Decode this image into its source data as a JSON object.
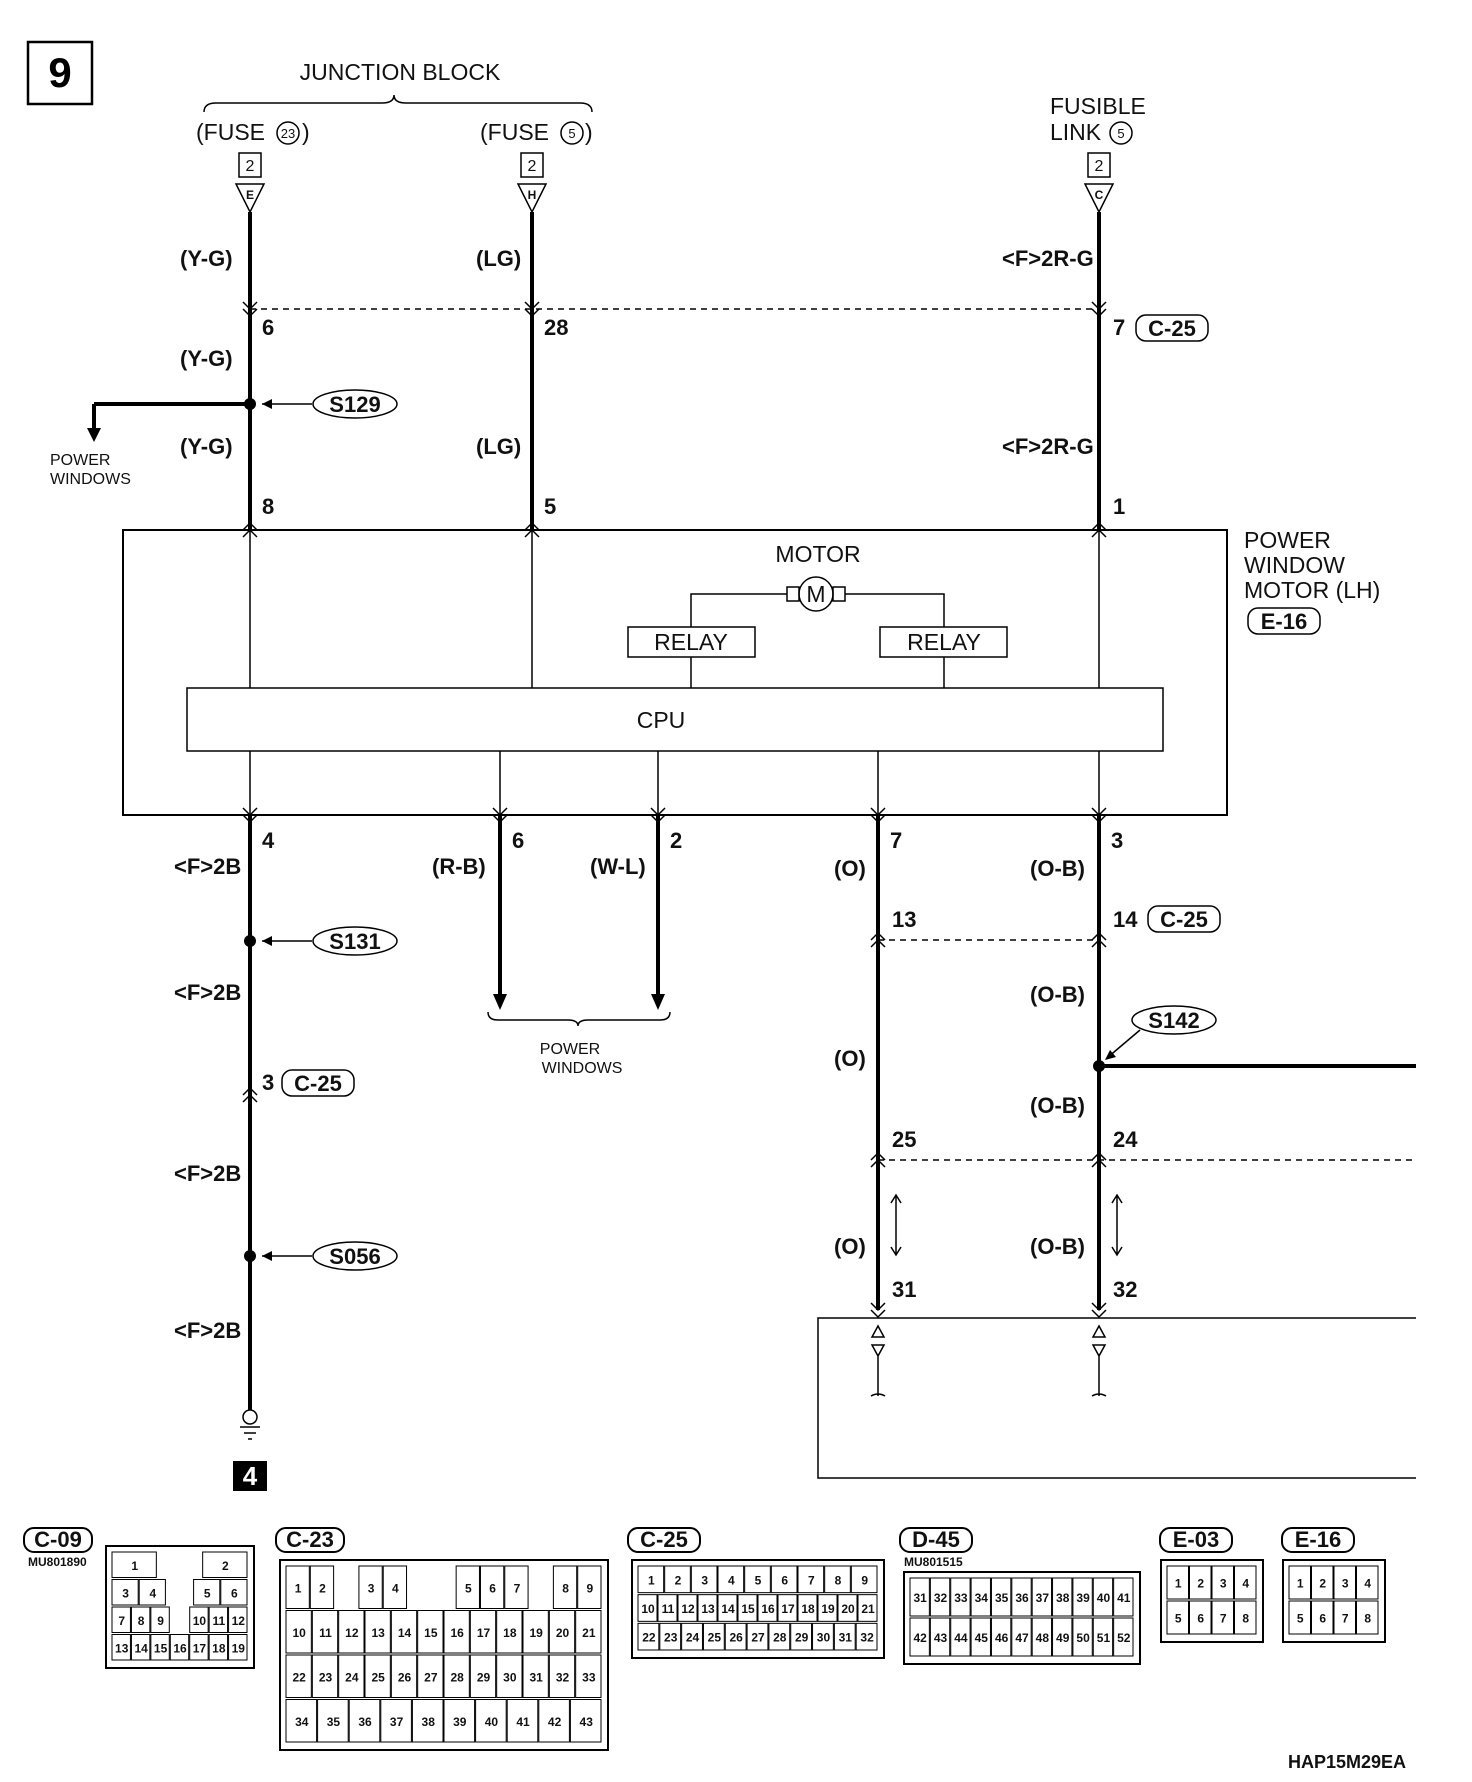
{
  "page_number": "9",
  "ground_number": "4",
  "figure_code": "HAP15M29EA",
  "junction_block_label": "JUNCTION BLOCK",
  "sources": [
    {
      "label": "(FUSE",
      "num": "23",
      "close": ")",
      "box": "2",
      "pin": "E"
    },
    {
      "label": "(FUSE",
      "num": "5",
      "close": ")",
      "box": "2",
      "pin": "H"
    },
    {
      "label": "FUSIBLE",
      "label2": "LINK",
      "num": "5",
      "box": "2",
      "pin": "C"
    }
  ],
  "wires": {
    "w1": "(Y-G)",
    "w2": "(LG)",
    "w3": "<F>2R-G",
    "w4": "<F>2B",
    "w5": "(R-B)",
    "w6": "(W-L)",
    "w7": "(O)",
    "w8": "(O-B)"
  },
  "pins": {
    "p6": "6",
    "p28": "28",
    "p7": "7",
    "p8": "8",
    "p5": "5",
    "p1": "1",
    "p4": "4",
    "p6b": "6",
    "p2": "2",
    "p7b": "7",
    "p3": "3",
    "p13": "13",
    "p14": "14",
    "p3c": "3",
    "p25": "25",
    "p24": "24",
    "p31": "31",
    "p32": "32"
  },
  "connectors": {
    "c25": "C-25",
    "e16": "E-16"
  },
  "splices": {
    "s129": "S129",
    "s131": "S131",
    "s056": "S056",
    "s142": "S142"
  },
  "power_windows": {
    "line1": "POWER",
    "line2": "WINDOWS"
  },
  "component": {
    "line1": "POWER",
    "line2": "WINDOW",
    "line3": "MOTOR (LH)",
    "motor_label": "MOTOR",
    "motor_symbol": "M",
    "relay": "RELAY",
    "cpu": "CPU"
  },
  "connector_views": [
    {
      "id": "C-09",
      "part": "MU801890"
    },
    {
      "id": "C-23",
      "part": ""
    },
    {
      "id": "C-25",
      "part": ""
    },
    {
      "id": "D-45",
      "part": "MU801515"
    },
    {
      "id": "E-03",
      "part": ""
    },
    {
      "id": "E-16",
      "part": ""
    }
  ],
  "c09_rows": [
    [
      "1",
      "",
      "2"
    ],
    [
      "3",
      "4",
      "",
      "5",
      "6"
    ],
    [
      "7",
      "8",
      "9",
      "",
      "10",
      "11",
      "12"
    ],
    [
      "13",
      "14",
      "15",
      "16",
      "17",
      "18",
      "19"
    ]
  ],
  "c23_rows": [
    [
      "1",
      "2",
      "",
      "3",
      "4",
      "",
      "",
      "5",
      "6",
      "7",
      "",
      "8",
      "9"
    ],
    [
      "10",
      "11",
      "12",
      "13",
      "14",
      "15",
      "16",
      "17",
      "18",
      "19",
      "20",
      "21"
    ],
    [
      "22",
      "23",
      "24",
      "25",
      "26",
      "27",
      "28",
      "29",
      "30",
      "31",
      "32",
      "33"
    ],
    [
      "34",
      "35",
      "36",
      "37",
      "38",
      "39",
      "40",
      "41",
      "42",
      "43"
    ]
  ],
  "c25_rows": [
    [
      "1",
      "2",
      "3",
      "4",
      "5",
      "6",
      "7",
      "8",
      "9"
    ],
    [
      "10",
      "11",
      "12",
      "13",
      "14",
      "15",
      "16",
      "17",
      "18",
      "19",
      "20",
      "21"
    ],
    [
      "22",
      "23",
      "24",
      "25",
      "26",
      "27",
      "28",
      "29",
      "30",
      "31",
      "32"
    ]
  ],
  "d45_rows": [
    [
      "31",
      "32",
      "33",
      "34",
      "35",
      "36",
      "37",
      "38",
      "39",
      "40",
      "41"
    ],
    [
      "42",
      "43",
      "44",
      "45",
      "46",
      "47",
      "48",
      "49",
      "50",
      "51",
      "52"
    ]
  ],
  "e_rows": [
    [
      "1",
      "2",
      "3",
      "4"
    ],
    [
      "5",
      "6",
      "7",
      "8"
    ]
  ]
}
